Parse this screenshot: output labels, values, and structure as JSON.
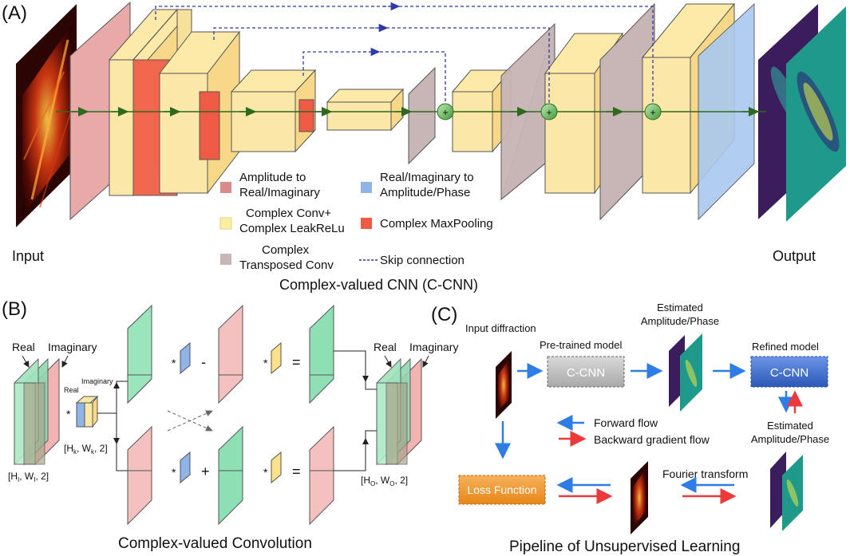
{
  "panel_a": {
    "label": "(A)",
    "input_label": "Input",
    "output_label": "Output",
    "caption": "Complex-valued CNN (C-CNN)",
    "legend": [
      {
        "id": "amp2ri",
        "text_lines": [
          "Amplitude to",
          "Real/Imaginary"
        ],
        "color": "#d98b8b"
      },
      {
        "id": "ri2ap",
        "text_lines": [
          "Real/Imaginary to",
          "Amplitude/Phase"
        ],
        "color": "#8fb4e8"
      },
      {
        "id": "conv",
        "text_lines": [
          "Complex Conv+",
          "Complex LeakReLu"
        ],
        "color": "#fbeea2"
      },
      {
        "id": "pool",
        "text_lines": [
          "Complex MaxPooling"
        ],
        "color": "#ef5a45"
      },
      {
        "id": "tconv",
        "text_lines": [
          "Complex",
          "Transposed Conv"
        ],
        "color": "#c8b5b5"
      },
      {
        "id": "skip",
        "text_lines": [
          "Skip connection"
        ],
        "color": "#2f3aa8"
      }
    ],
    "sum_symbol": "+"
  },
  "panel_b": {
    "label": "(B)",
    "caption": "Complex-valued Convolution",
    "real": "Real",
    "imaginary": "Imaginary",
    "kernel_real": "Real",
    "kernel_imag": "Imaginary",
    "input_dim_parts": [
      "[H",
      "I",
      ", W",
      "I",
      ", 2]"
    ],
    "kernel_dim_parts": [
      "[H",
      "k",
      ", W",
      "k",
      ", 2]"
    ],
    "output_dim_parts": [
      "[H",
      "O",
      ", W",
      "O",
      ", 2]"
    ],
    "op_star": "*",
    "op_minus": "-",
    "op_plus": "+",
    "op_equal": "="
  },
  "panel_c": {
    "label": "(C)",
    "caption": "Pipeline of Unsupervised Learning",
    "input_diffraction": "Input diffraction",
    "pretrained_model": "Pre-trained model",
    "ccnn": "C-CNN",
    "estimated_top": [
      "Estimated",
      "Amplitude/Phase"
    ],
    "refined_model": "Refined model",
    "refined_ccnn": "C-CNN",
    "estimated_right": [
      "Estimated",
      "Amplitude/Phase"
    ],
    "forward_flow": "Forward flow",
    "backward_flow": "Backward gradient flow",
    "loss_function": "Loss Function",
    "fourier_transform": "Fourier transform",
    "colors": {
      "forward": "#2e7de6",
      "backward": "#ec3a3a",
      "loss": "#f39a2c",
      "ccnn_gray": "#bdbdbd",
      "refined_blue": "#3a6fd0"
    }
  }
}
